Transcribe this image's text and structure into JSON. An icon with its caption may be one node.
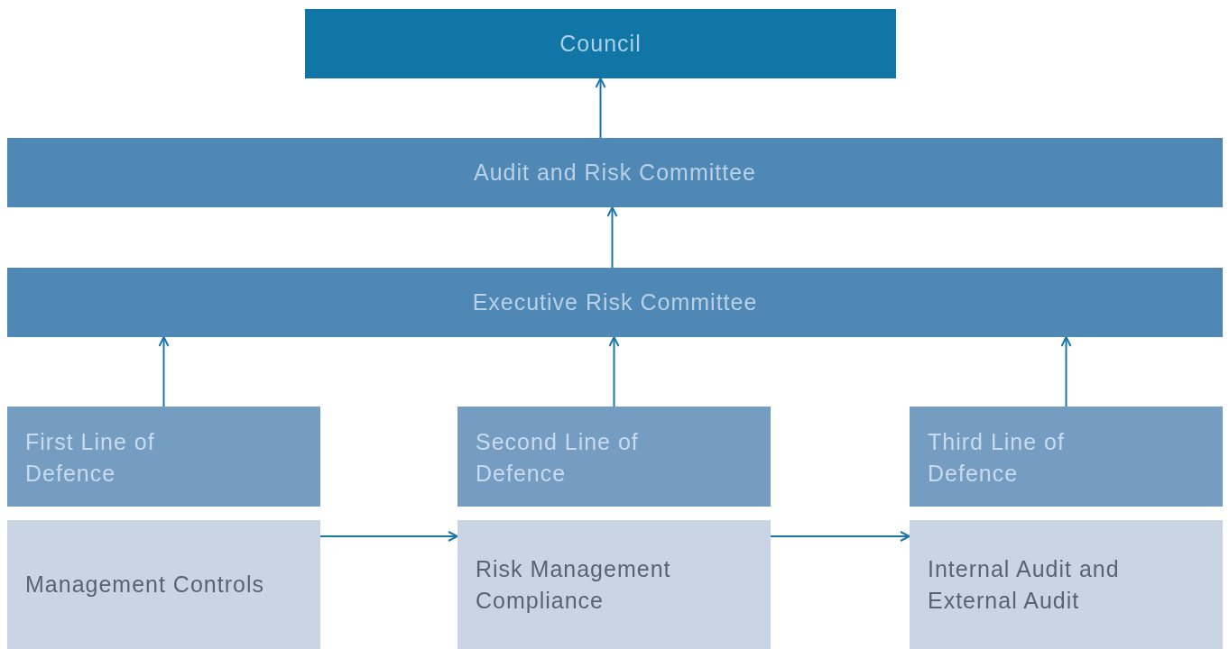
{
  "diagram": {
    "nodes": [
      {
        "text": [
          "Council"
        ]
      },
      {
        "text": [
          "Audit and Risk Committee"
        ]
      },
      {
        "text": [
          "Executive Risk Committee"
        ]
      },
      {
        "text": [
          "First Line of Defence"
        ]
      },
      {
        "text": [
          "Management Controls"
        ]
      },
      {
        "text": [
          "Second Line of Defence"
        ]
      },
      {
        "text": [
          "Risk Management Compliance"
        ]
      },
      {
        "text": [
          "Third Line of Defence"
        ]
      },
      {
        "text": [
          "Internal Audit and External Audit"
        ]
      }
    ],
    "edges": [
      {
        "from": 1,
        "to": 0,
        "arrow": "to"
      },
      {
        "from": 2,
        "to": 1,
        "arrow": "to"
      },
      {
        "from": 3,
        "to": 2,
        "arrow": "to"
      },
      {
        "from": 5,
        "to": 2,
        "arrow": "to"
      },
      {
        "from": 7,
        "to": 2,
        "arrow": "to"
      },
      {
        "from": 4,
        "to": 6,
        "arrow": "to"
      },
      {
        "from": 6,
        "to": 8,
        "arrow": "to"
      }
    ]
  }
}
